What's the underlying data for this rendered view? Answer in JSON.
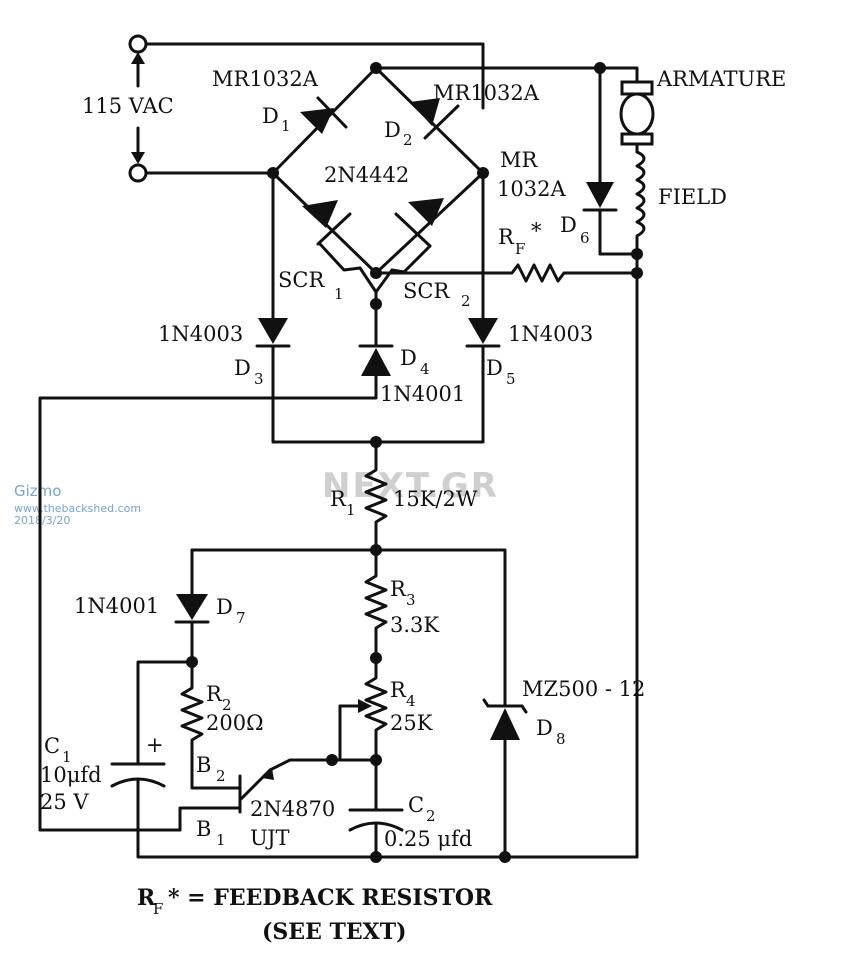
{
  "source": "115 VAC",
  "bridge": {
    "d1": {
      "part": "MR1032A",
      "ref": "D",
      "sub": "1"
    },
    "d2": {
      "part": "MR1032A",
      "ref": "D",
      "sub": "2"
    },
    "scr_part": "2N4442",
    "scr1": {
      "ref": "SCR",
      "sub": "1"
    },
    "scr2": {
      "ref": "SCR",
      "sub": "2"
    }
  },
  "d6": {
    "part_line1": "MR",
    "part_line2": "1032A",
    "ref": "D",
    "sub": "6"
  },
  "motor": {
    "armature": "ARMATURE",
    "field": "FIELD"
  },
  "rf": {
    "ref": "R",
    "sub": "F",
    "star": "*"
  },
  "d3": {
    "part": "1N4003",
    "ref": "D",
    "sub": "3"
  },
  "d4": {
    "part": "1N4001",
    "ref": "D",
    "sub": "4"
  },
  "d5": {
    "part": "1N4003",
    "ref": "D",
    "sub": "5"
  },
  "r1": {
    "ref": "R",
    "sub": "1",
    "value": "15K/2W"
  },
  "r3": {
    "ref": "R",
    "sub": "3",
    "value": "3.3K"
  },
  "r4": {
    "ref": "R",
    "sub": "4",
    "value": "25K"
  },
  "r2": {
    "ref": "R",
    "sub": "2",
    "value": "200Ω"
  },
  "d7": {
    "part": "1N4001",
    "ref": "D",
    "sub": "7"
  },
  "d8": {
    "part": "MZ500 - 12",
    "ref": "D",
    "sub": "8"
  },
  "c1": {
    "ref": "C",
    "sub": "1",
    "value1": "10μfd",
    "value2": "25  V",
    "polarity": "+"
  },
  "c2": {
    "ref": "C",
    "sub": "2",
    "value": "0.25  μfd"
  },
  "ujt": {
    "part": "2N4870",
    "type": "UJT",
    "b1": "B",
    "b1_sub": "1",
    "b2": "B",
    "b2_sub": "2"
  },
  "caption": {
    "line1_ref": "R",
    "line1_sub": "F",
    "line1_rest": "*  =  FEEDBACK RESISTOR",
    "line2": "(SEE TEXT)"
  },
  "watermark": "NEXT.GR",
  "stamp": {
    "name": "Gizmo",
    "site": "www.thebackshed.com",
    "date": "2018/3/20"
  }
}
